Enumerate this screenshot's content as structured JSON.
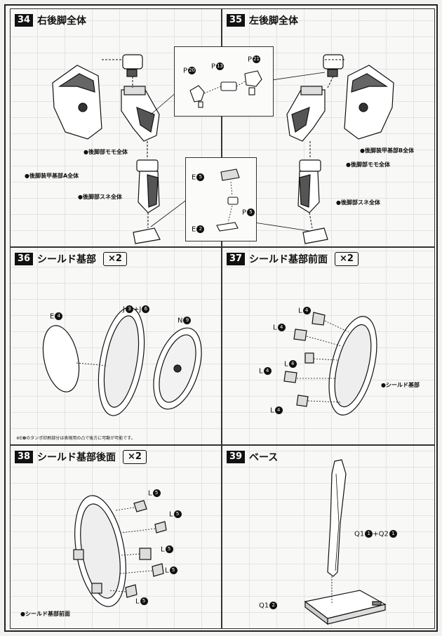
{
  "steps": [
    {
      "num": "34",
      "title": "右後脚全体"
    },
    {
      "num": "35",
      "title": "左後脚全体"
    },
    {
      "num": "36",
      "title": "シールド基部",
      "mult": "×2"
    },
    {
      "num": "37",
      "title": "シールド基部前面",
      "mult": "×2"
    },
    {
      "num": "38",
      "title": "シールド基部後面",
      "mult": "×2"
    },
    {
      "num": "39",
      "title": "ベース"
    }
  ],
  "step34": {
    "momo": "●後脚部モモ全体",
    "soukou": "●後脚装甲基部A全体",
    "sune": "●後脚部スネ全体"
  },
  "step35": {
    "soukou": "●後脚装甲基部B全体",
    "momo": "●後脚部モモ全体",
    "sune": "●後脚部スネ全体"
  },
  "callout_top": {
    "p1": {
      "letter": "P",
      "num": "20"
    },
    "p2": {
      "letter": "P",
      "num": "13"
    },
    "p3": {
      "letter": "P",
      "num": "21"
    }
  },
  "callout_bottom": {
    "e5": {
      "letter": "E",
      "num": "5"
    },
    "p5": {
      "letter": "P",
      "num": "5"
    },
    "e2": {
      "letter": "E",
      "num": "2"
    }
  },
  "step36": {
    "e4": {
      "letter": "E",
      "num": "4"
    },
    "j": {
      "a_letter": "J",
      "a_num": "3",
      "plus": "+",
      "b_letter": "J",
      "b_num": "6"
    },
    "n9": {
      "letter": "N",
      "num": "9"
    },
    "note": "※E❹のタンポ印刷部分は表現用の凸で後方に可動が可能です。"
  },
  "step37": {
    "l4": {
      "letter": "L",
      "num": "4"
    },
    "base": "●シールド基部"
  },
  "step38": {
    "l5": {
      "letter": "L",
      "num": "5"
    },
    "base": "●シールド基部前面"
  },
  "step39": {
    "q1q2": {
      "a_letter": "Q1",
      "a_num": "1",
      "plus": "+",
      "b_letter": "Q2",
      "b_num": "1"
    },
    "q12": {
      "letter": "Q1",
      "num": "2"
    }
  }
}
